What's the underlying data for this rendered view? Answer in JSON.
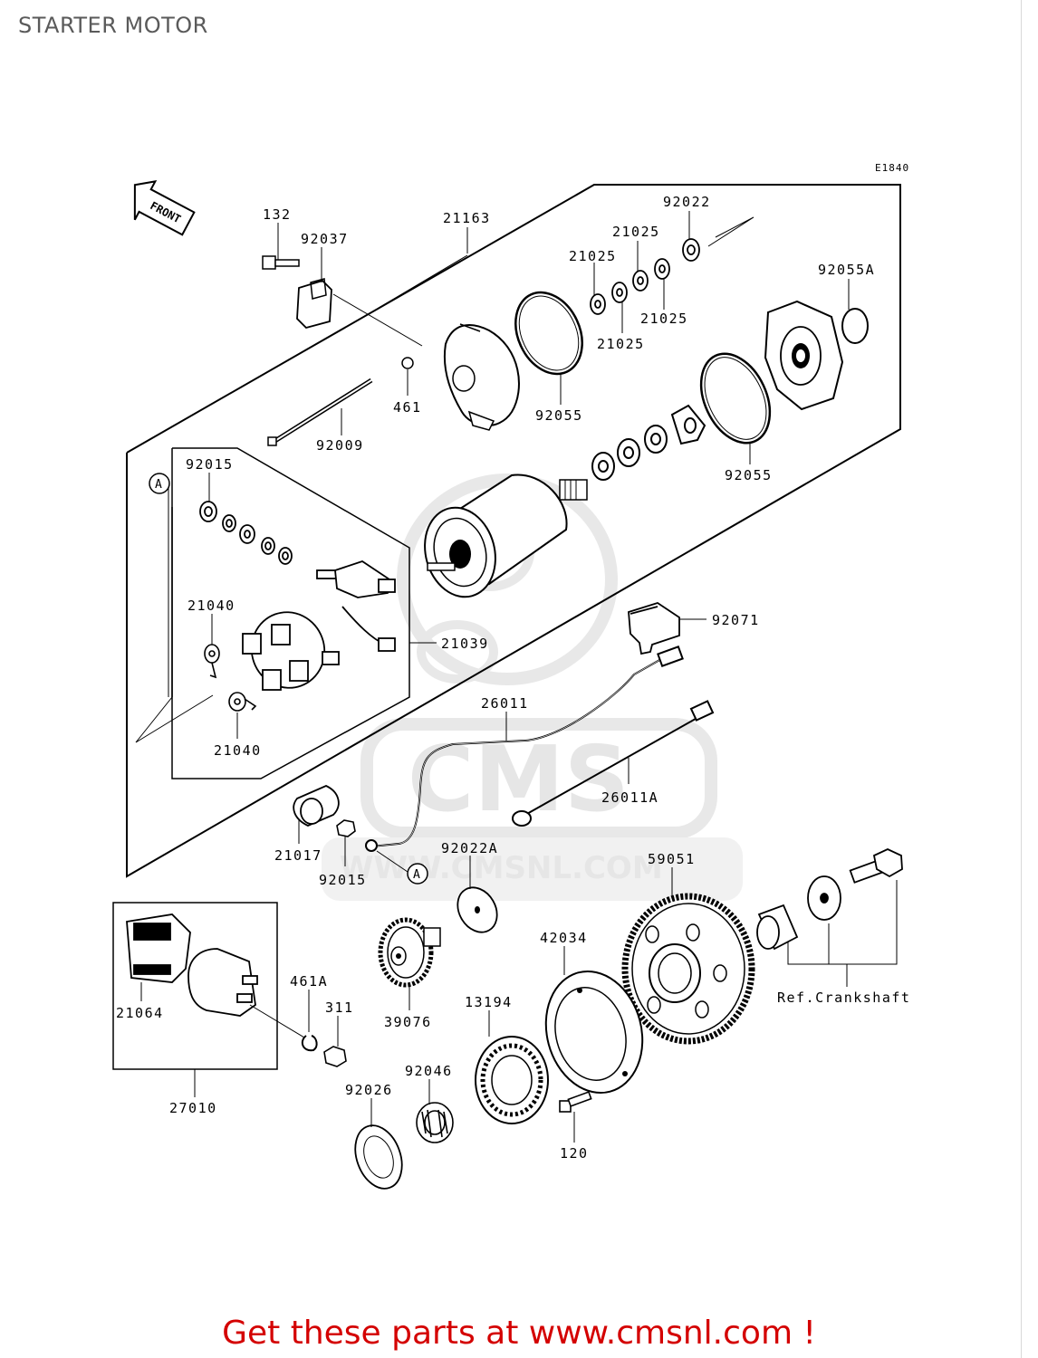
{
  "page": {
    "title": "STARTER MOTOR",
    "cta_text": "Get these parts at www.cmsnl.com !",
    "diagram_code": "E1840",
    "front_label": "FRONT",
    "watermark_url": "WWW.CMSNL.COM",
    "watermark_logo": "CMS"
  },
  "colors": {
    "line": "#000000",
    "cta": "#d40000",
    "title": "#5a5a5a",
    "watermark": "#e2e2e2"
  },
  "callouts": {
    "c132": "132",
    "c92037": "92037",
    "c21163": "21163",
    "c92022": "92022",
    "c21025a": "21025",
    "c21025b": "21025",
    "c21025c": "21025",
    "c21025d": "21025",
    "c92055A": "92055A",
    "c92055a": "92055",
    "c92055b": "92055",
    "c461": "461",
    "c92009": "92009",
    "c92015a": "92015",
    "c21040a": "21040",
    "c21040b": "21040",
    "c21039": "21039",
    "c92071": "92071",
    "c26011": "26011",
    "c26011A": "26011A",
    "c21017": "21017",
    "c92015b": "92015",
    "c92022A": "92022A",
    "c59051": "59051",
    "c42034": "42034",
    "c21064": "21064",
    "c461A": "461A",
    "c311": "311",
    "c39076": "39076",
    "c13194": "13194",
    "c92046": "92046",
    "c92026": "92026",
    "c120": "120",
    "c27010": "27010",
    "refCrankshaft": "Ref.Crankshaft",
    "markerA1": "A",
    "markerA2": "A"
  }
}
